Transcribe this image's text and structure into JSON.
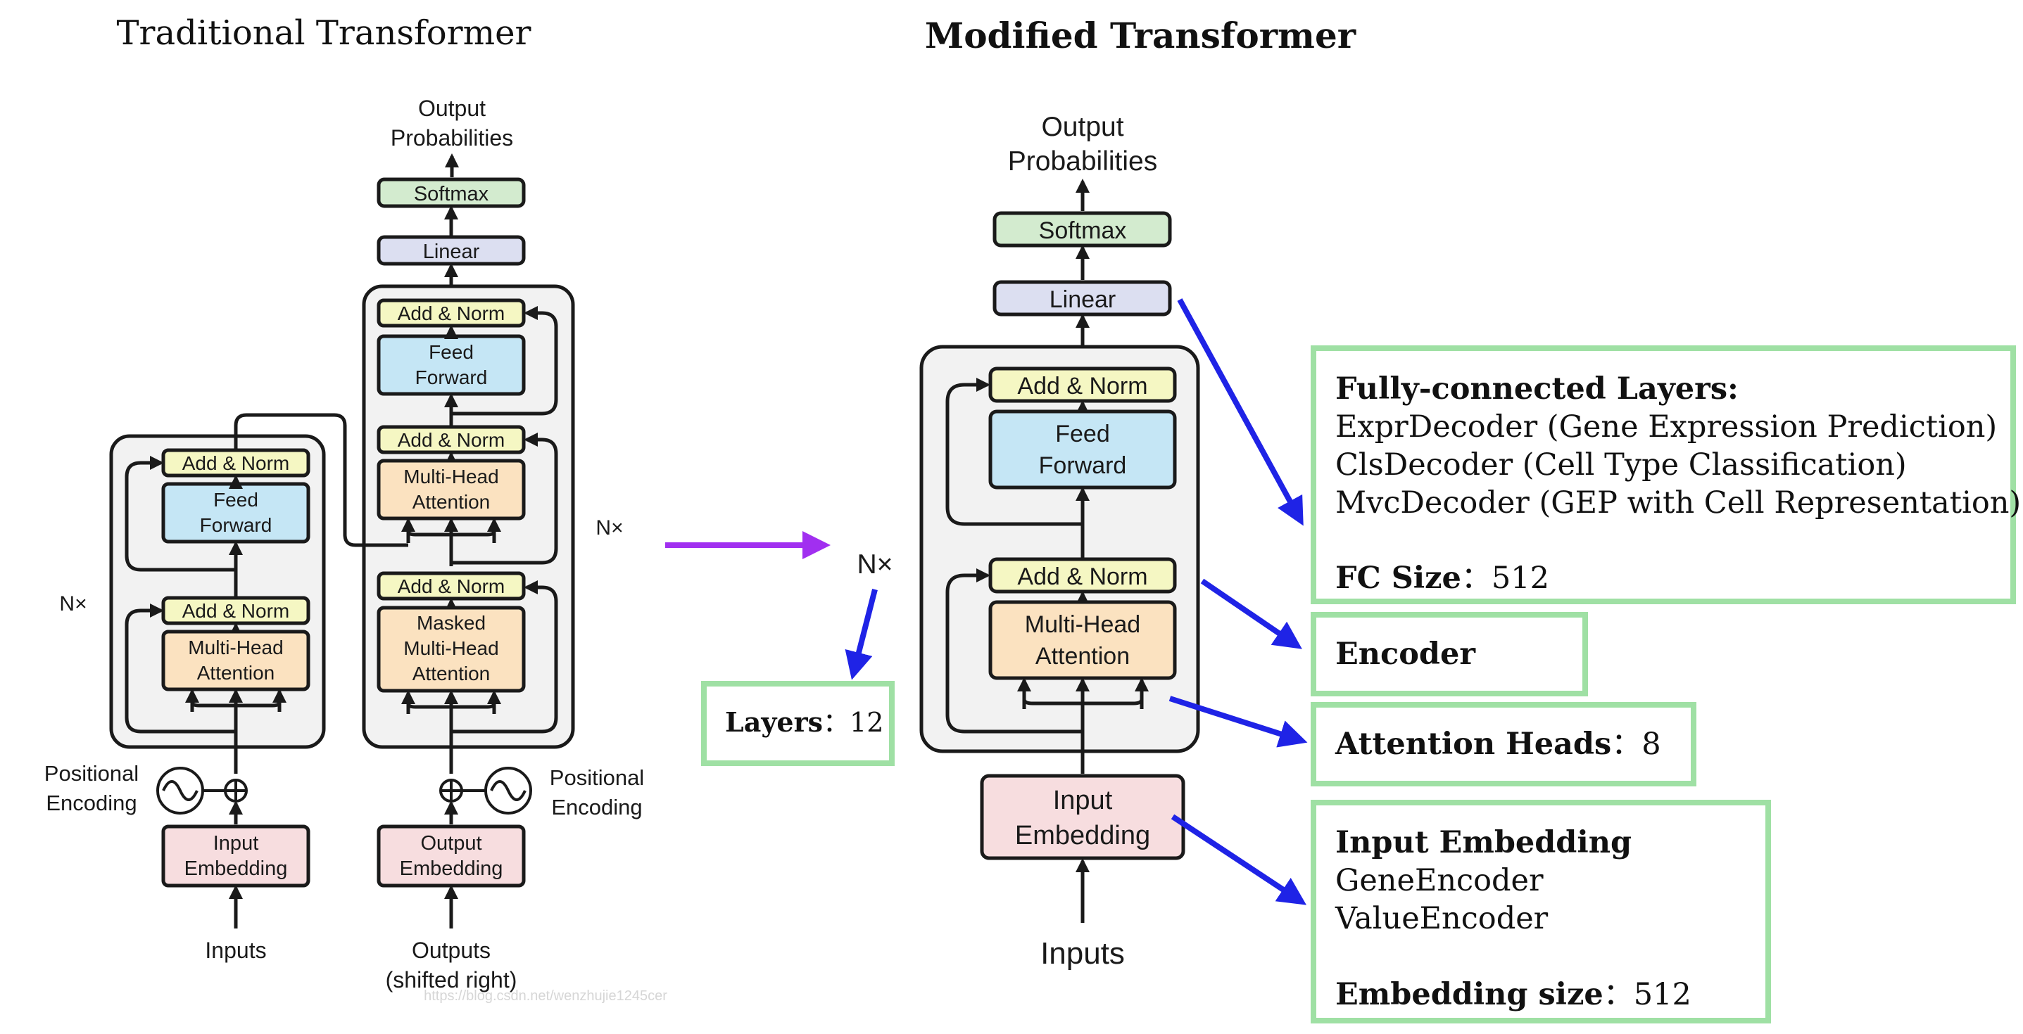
{
  "titles": {
    "left": "Traditional Transformer",
    "right": "Modified Transformer"
  },
  "traditional": {
    "output_probabilities_line1": "Output",
    "output_probabilities_line2": "Probabilities",
    "softmax": "Softmax",
    "linear": "Linear",
    "add_norm": "Add & Norm",
    "feed_forward_line1": "Feed",
    "feed_forward_line2": "Forward",
    "multi_head_line1": "Multi-Head",
    "multi_head_line2": "Attention",
    "masked_line1": "Masked",
    "masked_line2": "Multi-Head",
    "masked_line3": "Attention",
    "nx": "N×",
    "positional_line1": "Positional",
    "positional_line2": "Encoding",
    "input_embedding_line1": "Input",
    "input_embedding_line2": "Embedding",
    "output_embedding_line1": "Output",
    "output_embedding_line2": "Embedding",
    "inputs": "Inputs",
    "outputs_line1": "Outputs",
    "outputs_line2": "(shifted right)",
    "watermark": "https://blog.csdn.net/wenzhujie1245cer"
  },
  "modified": {
    "output_probabilities_line1": "Output",
    "output_probabilities_line2": "Probabilities",
    "softmax": "Softmax",
    "linear": "Linear",
    "add_norm": "Add & Norm",
    "feed_forward_line1": "Feed",
    "feed_forward_line2": "Forward",
    "multi_head_line1": "Multi-Head",
    "multi_head_line2": "Attention",
    "nx": "N×",
    "input_embedding_line1": "Input",
    "input_embedding_line2": "Embedding",
    "inputs": "Inputs"
  },
  "annotations": {
    "layers_label": "Layers",
    "layers_value": "12",
    "fc_title": "Fully-connected Layers:",
    "fc_items": [
      "ExprDecoder (Gene Expression Prediction)",
      "ClsDecoder (Cell Type Classification)",
      "MvcDecoder (GEP with Cell Representation)"
    ],
    "fc_size_label": "FC Size",
    "fc_size_value": "512",
    "encoder": "Encoder",
    "attention_heads_label": "Attention Heads",
    "attention_heads_value": "8",
    "input_embedding_title": "Input Embedding",
    "input_embedding_items": [
      "GeneEncoder",
      "ValueEncoder"
    ],
    "embedding_size_label": "Embedding size",
    "embedding_size_value": "512",
    "separator": "："
  },
  "colors": {
    "add_norm": "#f5f7c3",
    "feed_forward": "#c5e6f5",
    "attention": "#fbe2c0",
    "embedding": "#f7dddf",
    "softmax": "#d3ebcf",
    "linear": "#dcdff1",
    "annotation_border": "#9fe0a4",
    "annotation_arrow": "#1f23e6",
    "transition_arrow": "#a12ff0"
  }
}
